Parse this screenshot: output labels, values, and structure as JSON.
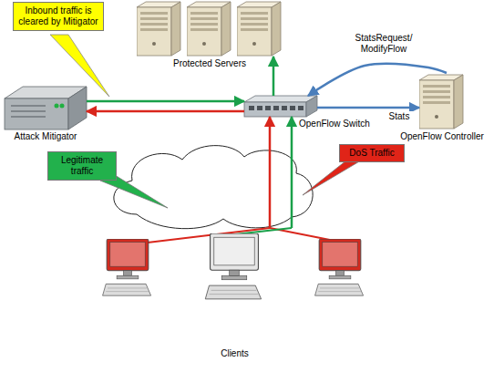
{
  "diagram": {
    "nodes": [
      {
        "text": [
          "Inbound traffic is cleared by Mitigator"
        ]
      },
      {
        "text": [
          "Protected Servers"
        ]
      },
      {
        "text": [
          "Attack Mitigator"
        ]
      },
      {
        "text": [
          "OpenFlow Switch"
        ]
      },
      {
        "text": [
          "OpenFlow Controller"
        ]
      },
      {
        "text": [
          "Legitimate traffic"
        ]
      },
      {
        "text": [
          "DoS Traffic"
        ]
      },
      {
        "text": [
          "Clients"
        ]
      }
    ],
    "edges": [
      {
        "from": 3,
        "to": 1,
        "arrow": "to"
      },
      {
        "from": 3,
        "to": 2,
        "arrow": "to"
      },
      {
        "from": 2,
        "to": 3,
        "arrow": "to"
      },
      {
        "from": 4,
        "to": 3,
        "label": "StatsRequest/ ModifyFlow",
        "arrow": "to"
      },
      {
        "from": 3,
        "to": 4,
        "label": "Stats",
        "arrow": "to"
      },
      {
        "from": 7,
        "to": 3,
        "arrow": "to"
      },
      {
        "from": 7,
        "to": 3,
        "arrow": "to"
      }
    ]
  }
}
